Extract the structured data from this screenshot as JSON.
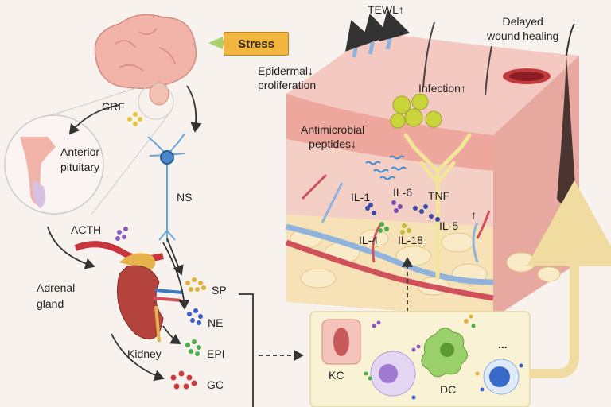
{
  "labels": {
    "stress": "Stress",
    "crf": "CRF",
    "anterior_pituitary": "Anterior\npituitary",
    "ns": "NS",
    "acth": "ACTH",
    "adrenal_gland": "Adrenal\ngland",
    "kidney": "Kidney",
    "sp": "SP",
    "ne": "NE",
    "epi": "EPI",
    "gc": "GC",
    "tewl": "TEWL↑",
    "delayed_wound_healing": "Delayed\nwound healing",
    "epidermal_proliferation": "Epidermal↓\nproliferation",
    "infection": "Infection↑",
    "antimicrobial_peptides": "Antimicrobial\npeptides↓",
    "il1": "IL-1",
    "il6": "IL-6",
    "tnf": "TNF",
    "il4": "IL-4",
    "il18": "IL-18",
    "il5": "IL-5",
    "up_arrow": "↑",
    "kc": "KC",
    "dc": "DC",
    "ellipsis": "..."
  },
  "colors": {
    "stress_box": "#f2b63f",
    "brain": "#f2b3a8",
    "skin": "#f0c2bc",
    "fat": "#f6e2b6",
    "blood_vessel": "#d0505c",
    "lymph_vessel": "#8fb3dd",
    "immune_panel": "#faf2d4"
  }
}
